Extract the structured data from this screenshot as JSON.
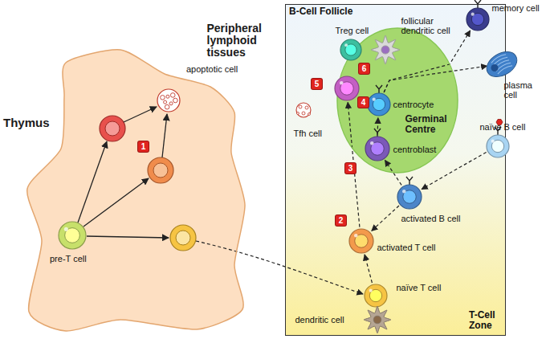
{
  "diagram": {
    "nodes": [
      {
        "text": [
          "Thymus"
        ]
      },
      {
        "text": [
          "apoptotic cell"
        ],
        "in": 0
      },
      {
        "text": [
          "pre-T cell"
        ],
        "in": 0
      },
      {
        "text": [
          "Peripheral lymphoid tissues"
        ]
      },
      {
        "text": [
          "Germinal Centre"
        ],
        "in": 3
      },
      {
        "text": [
          "Tfh cell"
        ],
        "in": 3
      },
      {
        "text": [
          "centrocyte"
        ],
        "in": 4
      },
      {
        "text": [
          "centroblast"
        ],
        "in": 4
      },
      {
        "text": [
          "Treg cell"
        ],
        "in": 3
      },
      {
        "text": [
          "follicular dendritic cell"
        ],
        "in": 3
      },
      {
        "text": [
          "memory cell"
        ],
        "in": 3
      },
      {
        "text": [
          "plasma cell"
        ],
        "in": 3
      },
      {
        "text": [
          "naïve B cell"
        ],
        "in": 3
      },
      {
        "text": [
          "activated B cell"
        ],
        "in": 3
      },
      {
        "text": [
          "activated T cell"
        ],
        "in": 3
      },
      {
        "text": [
          "naïve T cell"
        ],
        "in": 3
      },
      {
        "text": [
          "dendritic cell"
        ],
        "in": 3
      }
    ],
    "edges": [
      {
        "from": 15,
        "to": 14,
        "arrow": "to"
      },
      {
        "from": 12,
        "to": 13,
        "arrow": "to"
      },
      {
        "from": 13,
        "to": 14,
        "arrow": "to"
      },
      {
        "from": 14,
        "to": 5,
        "arrow": "to"
      },
      {
        "from": 13,
        "to": 7,
        "arrow": "to"
      },
      {
        "from": 7,
        "to": 6,
        "arrow": "to"
      },
      {
        "from": 6,
        "to": 10,
        "arrow": "to"
      },
      {
        "from": 6,
        "to": 11,
        "arrow": "to"
      }
    ],
    "labels": [
      "1",
      "2",
      "3",
      "4",
      "5",
      "6",
      "B-Cell Follicle",
      "T-Cell Zone"
    ]
  }
}
